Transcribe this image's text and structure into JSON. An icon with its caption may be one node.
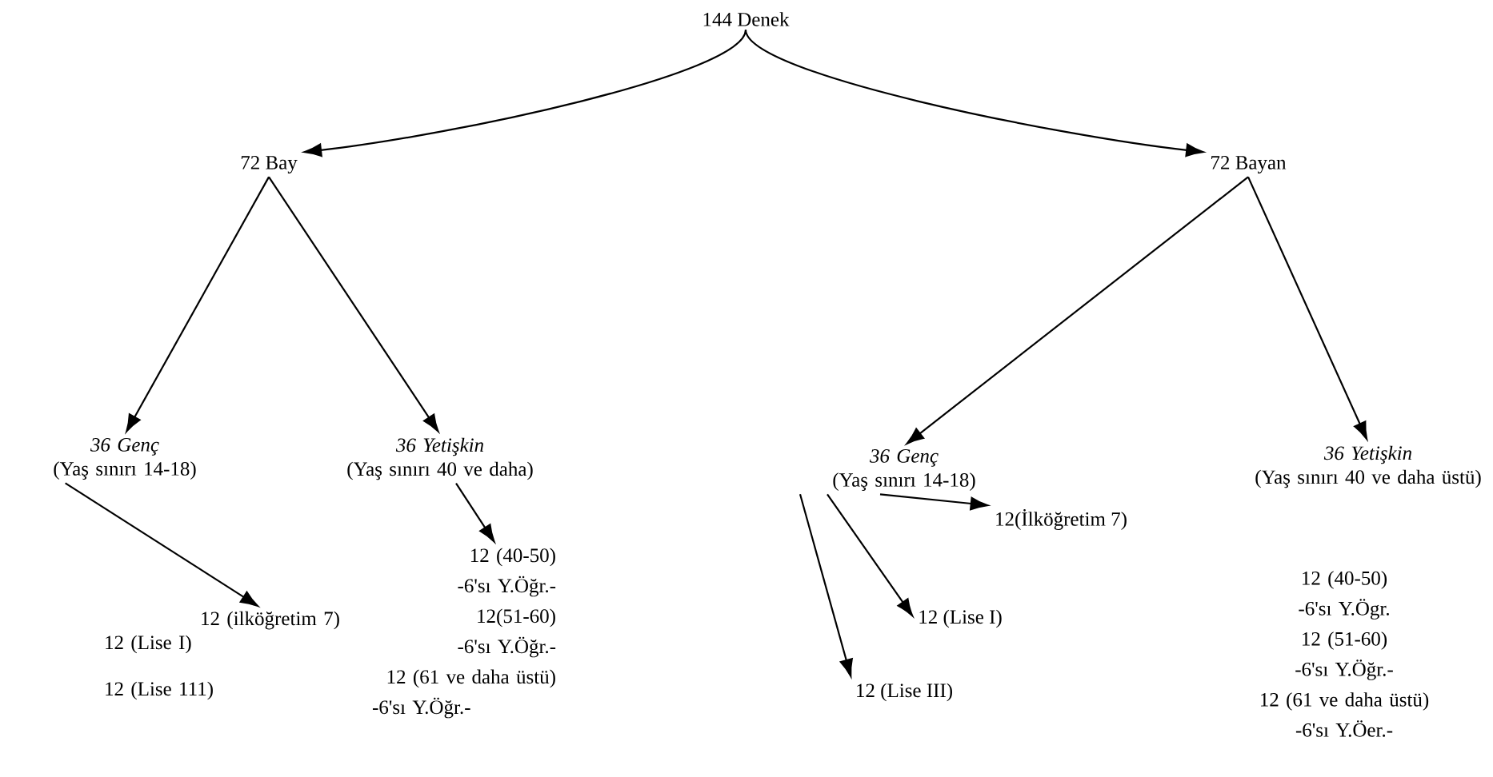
{
  "diagram": {
    "nodes": [
      {
        "text": [
          "144 Denek"
        ]
      },
      {
        "text": [
          "72 Bay"
        ]
      },
      {
        "text": [
          "72 Bayan"
        ]
      },
      {
        "text": [
          "36 Genç",
          "(Yaş sınırı 14-18)"
        ]
      },
      {
        "text": [
          "36 Yetişkin",
          "(Yaş sınırı 40 ve daha)"
        ]
      },
      {
        "text": [
          "36 Genç",
          "(Yaş sınırı 14-18)"
        ]
      },
      {
        "text": [
          "36 Yetişkin",
          "(Yaş sınırı 40 ve daha üstü)"
        ]
      },
      {
        "text": [
          "12 (ilköğretim 7)",
          "12 (Lise I)",
          "12 (Lise 111)"
        ]
      },
      {
        "text": [
          "12 (40-50)",
          "-6'sı Y.Öğr.-",
          "12(51-60)",
          "-6'sı Y.Öğr.-",
          "12 (61 ve daha üstü)",
          "-6'sı Y.Öğr.-"
        ]
      },
      {
        "text": [
          "12(İlköğretim 7)"
        ]
      },
      {
        "text": [
          "12 (Lise I)"
        ]
      },
      {
        "text": [
          "12 (Lise III)"
        ]
      },
      {
        "text": [
          "12 (40-50)",
          "-6'sı Y.Ögr.",
          "12 (51-60)",
          "-6'sı Y.Öğr.-",
          "12 (61 ve daha üstü)",
          "-6'sı Y.Öer.-"
        ]
      }
    ],
    "edges": [
      {
        "from": 0,
        "to": 1,
        "arrow": "to"
      },
      {
        "from": 0,
        "to": 2,
        "arrow": "to"
      },
      {
        "from": 1,
        "to": 3,
        "arrow": "to"
      },
      {
        "from": 1,
        "to": 4,
        "arrow": "to"
      },
      {
        "from": 2,
        "to": 5,
        "arrow": "to"
      },
      {
        "from": 2,
        "to": 6,
        "arrow": "to"
      },
      {
        "from": 3,
        "to": 7,
        "arrow": "to"
      },
      {
        "from": 4,
        "to": 8,
        "arrow": "to"
      },
      {
        "from": 5,
        "to": 9,
        "arrow": "to"
      },
      {
        "from": 5,
        "to": 10,
        "arrow": "to"
      },
      {
        "from": 5,
        "to": 11,
        "arrow": "to"
      }
    ]
  }
}
